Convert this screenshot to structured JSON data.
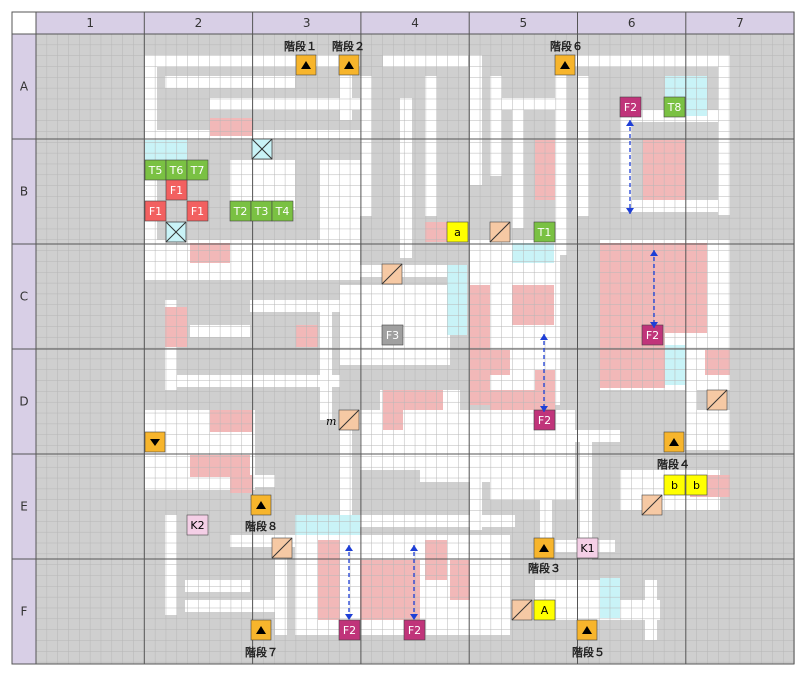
{
  "columns": [
    "1",
    "2",
    "3",
    "4",
    "5",
    "6",
    "7"
  ],
  "rows": [
    "A",
    "B",
    "C",
    "D",
    "E",
    "F"
  ],
  "colors": {
    "header_bg": "#d8cfe6",
    "wall": "#cfcfcf",
    "floor": "#ffffff",
    "grid": "#b7b7b7",
    "pink": "#f2b8b8",
    "cyan": "#c9f3f7",
    "green": "#7ac143",
    "red": "#f26060",
    "magenta": "#c0347a",
    "gray_tile": "#a0a0a0",
    "orange": "#f7b52c",
    "peach": "#f6c9a4",
    "yellow": "#ffff00",
    "light_pink": "#f4cfe6",
    "arrow": "#1e3fd6"
  },
  "stairs_labels": [
    "階段１",
    "階段２",
    "階段３",
    "階段４",
    "階段５",
    "階段６",
    "階段７",
    "階段８"
  ],
  "tiles": {
    "T1": "T1",
    "T2": "T2",
    "T3": "T3",
    "T4": "T4",
    "T5": "T5",
    "T6": "T6",
    "T7": "T7",
    "T8": "T8",
    "F1": "F1",
    "F2": "F2",
    "F3": "F3",
    "a": "a",
    "b": "b",
    "A": "A",
    "K1": "K1",
    "K2": "K2",
    "m": "m"
  }
}
